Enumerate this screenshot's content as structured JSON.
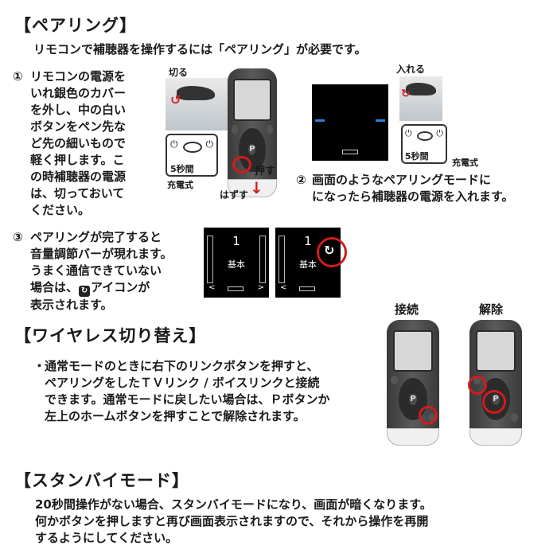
{
  "pairing": {
    "heading": "【ペアリング】",
    "intro": "リモコンで補聴器を操作するには「ペアリング」が必要です。",
    "step1": {
      "num": "①",
      "lines": [
        "リモコンの電源を",
        "いれ銀色のカバー",
        "を外し、中の白い",
        "ボタンをペン先な",
        "ど先の細いもので",
        "軽く押します。こ",
        "の時補聴器の電源",
        "は、切っておいて",
        "ください。"
      ]
    },
    "fig1": {
      "kiru": "切る",
      "five_sec": "5秒間",
      "charge": "充電式",
      "osu": "押す",
      "hazusu": "はずす"
    },
    "fig2": {
      "ireru": "入れる",
      "five_sec": "5秒間",
      "charge": "充電式"
    },
    "step2": {
      "num": "②",
      "lines": [
        "画面のようなペアリングモードに",
        "になったら補聴器の電源を入れます。"
      ]
    },
    "step3": {
      "num": "③",
      "lines": [
        "ペアリングが完了すると",
        "音量調節バーが現れます。",
        "うまく通信できていない",
        "場合は、",
        "アイコンが",
        "表示されます。"
      ]
    },
    "screens": {
      "volume": "1",
      "mode": "基本",
      "left": "<",
      "right": ">"
    }
  },
  "wireless": {
    "heading": "【ワイヤレス切り替え】",
    "bullet": "・",
    "lines": [
      "通常モードのときに右下のリンクボタンを押すと、",
      "ペアリングをしたＴＶリンク / ボイスリンクと接続",
      "できます。通常モードに戻したい場合は、Ｐボタンか",
      "左上のホームボタンを押すことで解除されます。"
    ],
    "connect_label": "接続",
    "release_label": "解除"
  },
  "standby": {
    "heading": "【スタンバイモード】",
    "lines": [
      "20秒間操作がない場合、スタンバイモードになり、画面が暗くなります。",
      "何かボタンを押しますと再び画面表示されますので、それから操作を再開",
      "するようにしてください。"
    ]
  },
  "colors": {
    "ring": "#d11c1c",
    "screen_bg": "#000000"
  }
}
